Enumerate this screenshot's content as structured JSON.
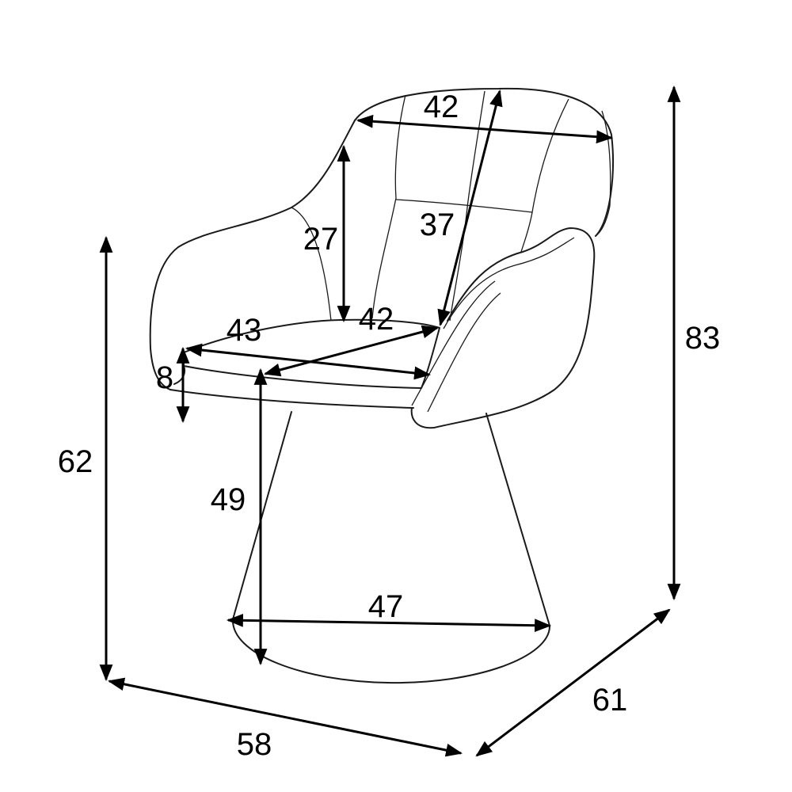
{
  "dimensions": {
    "backrest_width": "42",
    "backrest_height": "27",
    "back_diagonal": "37",
    "seat_depth": "42",
    "seat_width": "43",
    "seat_thickness": "8",
    "seat_height": "49",
    "base_diameter": "47",
    "total_width": "58",
    "total_depth": "61",
    "total_height": "83",
    "armrest_height": "62"
  },
  "colors": {
    "line": "#1a1a1a",
    "dimension": "#000000",
    "background": "#ffffff"
  }
}
